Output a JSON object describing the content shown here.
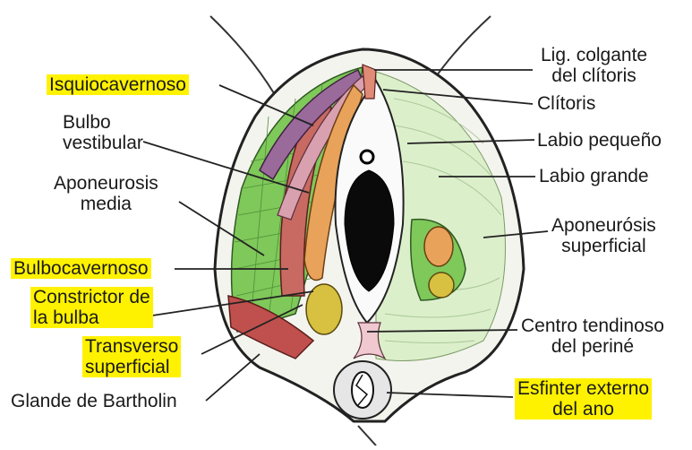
{
  "labels": {
    "isquiocavernoso": "Isquiocavernoso",
    "bulbo_vestibular": [
      "Bulbo",
      "vestibular"
    ],
    "aponeurosis_media": [
      "Aponeurosis",
      "media"
    ],
    "bulbocavernoso": "Bulbocavernoso",
    "constrictor": [
      "Constrictor de",
      "la bulba"
    ],
    "transverso": [
      "Transverso",
      "superficial"
    ],
    "glande": "Glande de Bartholin",
    "lig_colgante": [
      "Lig. colgante",
      "del clítoris"
    ],
    "clitoris": "Clítoris",
    "labio_pequeno": "Labio pequeño",
    "labio_grande": "Labio grande",
    "aponeurosis_superficial": [
      "Aponeurósis",
      "superficial"
    ],
    "centro_tendinoso": [
      "Centro tendinoso",
      "del periné"
    ],
    "esfinter": [
      "Esfinter externo",
      "del ano"
    ]
  },
  "colors": {
    "highlight": "#fff200",
    "muscle_green": "#7fc85a",
    "green_light": "#cfe9b8",
    "muscle_red": "#c0504d",
    "bulb_orange": "#e8a25a",
    "gland_yellow": "#d8c040",
    "pink": "#d9a0b0",
    "purple": "#9a6a9a",
    "outline": "#222222"
  }
}
